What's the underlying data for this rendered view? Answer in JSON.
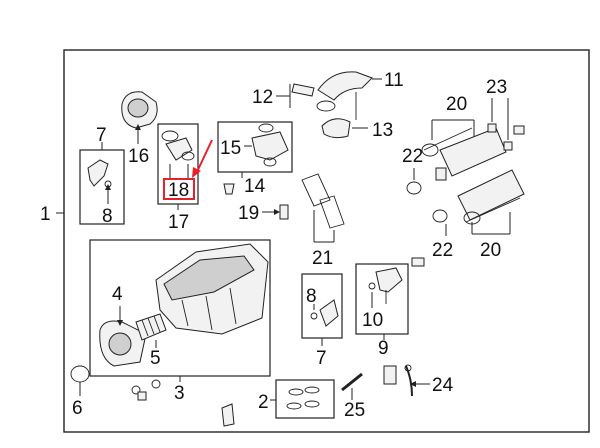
{
  "diagram": {
    "colors": {
      "line": "#222222",
      "highlight": "#e8202a",
      "background": "#ffffff"
    },
    "callouts": {
      "c1": "1",
      "c2": "2",
      "c3": "3",
      "c4": "4",
      "c5": "5",
      "c6": "6",
      "c7a": "7",
      "c7b": "7",
      "c8a": "8",
      "c8b": "8",
      "c9": "9",
      "c10": "10",
      "c11": "11",
      "c12": "12",
      "c13": "13",
      "c14": "14",
      "c15": "15",
      "c16": "16",
      "c17": "17",
      "c18": "18",
      "c19": "19",
      "c20a": "20",
      "c20b": "20",
      "c21": "21",
      "c22a": "22",
      "c22b": "22",
      "c23": "23",
      "c24": "24",
      "c25": "25"
    },
    "highlighted_callout": "18"
  }
}
